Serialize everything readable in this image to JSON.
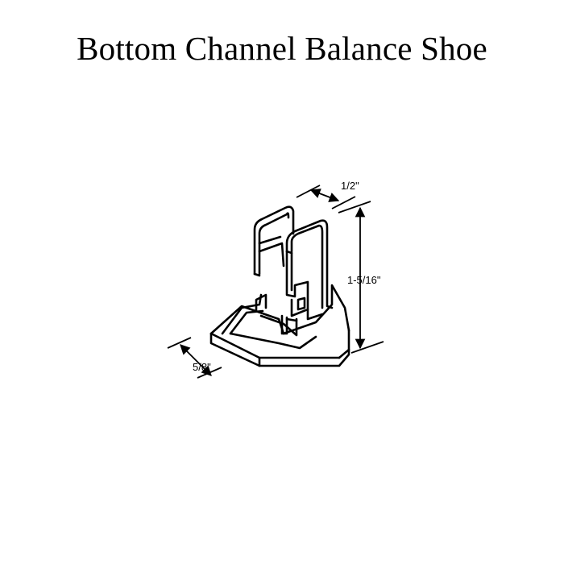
{
  "title": "Bottom Channel Balance Shoe",
  "dimensions": {
    "width": "1/2\"",
    "height": "1-5/16\"",
    "depth": "5/8\""
  },
  "colors": {
    "ink": "#000000",
    "background": "#ffffff"
  }
}
